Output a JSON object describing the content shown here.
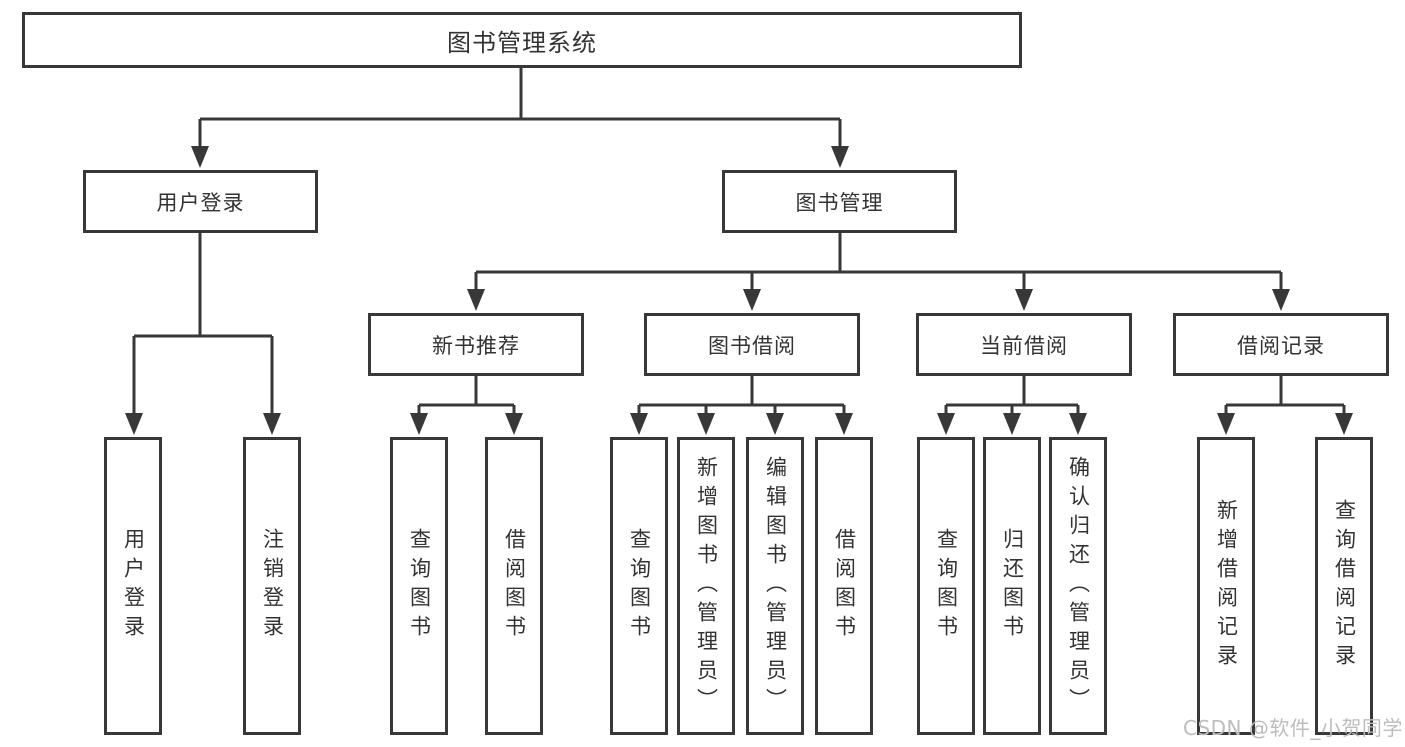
{
  "diagram": {
    "root": {
      "label": "图书管理系统"
    },
    "level2": [
      {
        "label": "用户登录"
      },
      {
        "label": "图书管理"
      }
    ],
    "level3": [
      {
        "label": "新书推荐"
      },
      {
        "label": "图书借阅"
      },
      {
        "label": "当前借阅"
      },
      {
        "label": "借阅记录"
      }
    ],
    "leaves": [
      {
        "label": "用户登录",
        "parent": "用户登录"
      },
      {
        "label": "注销登录",
        "parent": "用户登录"
      },
      {
        "label": "查询图书",
        "parent": "新书推荐"
      },
      {
        "label": "借阅图书",
        "parent": "新书推荐"
      },
      {
        "label": "查询图书",
        "parent": "图书借阅"
      },
      {
        "label": "新增图书（管理员）",
        "parent": "图书借阅"
      },
      {
        "label": "编辑图书（管理员）",
        "parent": "图书借阅"
      },
      {
        "label": "借阅图书",
        "parent": "图书借阅"
      },
      {
        "label": "查询图书",
        "parent": "当前借阅"
      },
      {
        "label": "归还图书",
        "parent": "当前借阅"
      },
      {
        "label": "确认归还（管理员）",
        "parent": "当前借阅"
      },
      {
        "label": "新增借阅记录",
        "parent": "借阅记录"
      },
      {
        "label": "查询借阅记录",
        "parent": "借阅记录"
      }
    ]
  },
  "watermark": {
    "label": "CSDN @软件_小贺同学"
  },
  "colors": {
    "line": "#383838",
    "box_border": "#383838",
    "text": "#333333",
    "background": "#ffffff",
    "watermark": "#bdbdbd"
  }
}
